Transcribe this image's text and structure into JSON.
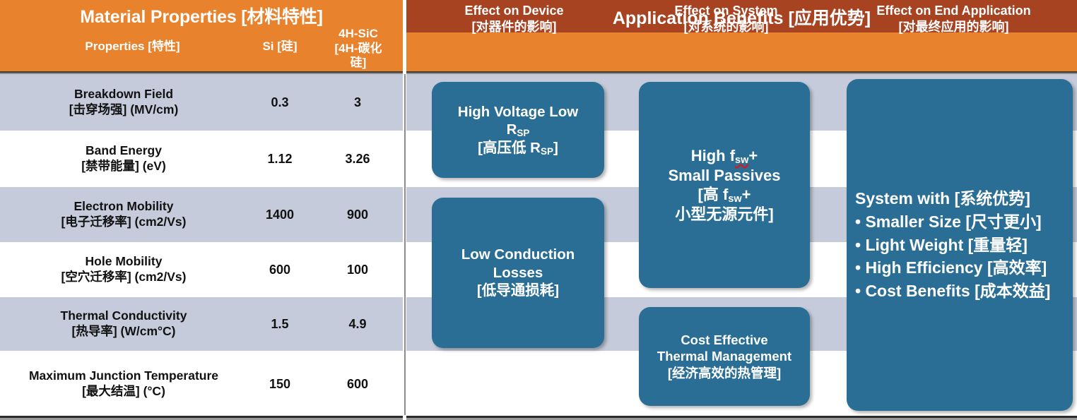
{
  "colors": {
    "header_orange": "#E8822C",
    "header_dark_orange": "#A84322",
    "row_alt_gray": "#C5CBDA",
    "row_norm": "#FFFFFF",
    "callout_blue": "#2A6E96",
    "text_dark": "#111111",
    "spellcheck_red": "#E21414"
  },
  "left_panel": {
    "title": "Material Properties [材料特性]",
    "columns": [
      {
        "label": "Properties [特性]",
        "name": "properties"
      },
      {
        "label": "Si [硅]",
        "name": "si"
      },
      {
        "label_line1": "4H-SiC",
        "label_line2": "[4H-碳化",
        "label_line3": "硅]",
        "name": "4h-sic"
      }
    ],
    "rows": [
      {
        "property_en": "Breakdown Field",
        "property_zh": "[击穿场强] (MV/cm)",
        "si": "0.3",
        "sic": "3"
      },
      {
        "property_en": "Band Energy",
        "property_zh": "[禁带能量] (eV)",
        "si": "1.12",
        "sic": "3.26"
      },
      {
        "property_en": "Electron Mobility",
        "property_zh": "[电子迁移率] (cm2/Vs)",
        "si": "1400",
        "sic": "900"
      },
      {
        "property_en": "Hole Mobility",
        "property_zh": "[空穴迁移率] (cm2/Vs)",
        "si": "600",
        "sic": "100"
      },
      {
        "property_en": "Thermal Conductivity",
        "property_zh": "[热导率] (W/cm°C)",
        "si": "1.5",
        "sic": "4.9"
      },
      {
        "property_en": "Maximum Junction Temperature",
        "property_zh": "[最大结温] (°C)",
        "si": "150",
        "sic": "600"
      }
    ]
  },
  "right_panel": {
    "title": "Application Benefits [应用优势]",
    "columns": [
      {
        "en": "Effect on Device",
        "zh": "[对器件的影响]",
        "name": "effect-on-device"
      },
      {
        "en": "Effect on System",
        "zh": "[对系统的影响]",
        "name": "effect-on-system"
      },
      {
        "en": "Effect on End Application",
        "zh": "[对最终应用的影响]",
        "name": "effect-on-end-application"
      }
    ],
    "callouts": {
      "high_voltage_low_rsp": {
        "line1": "High Voltage Low",
        "line2_prefix": "R",
        "line2_sub": "SP",
        "line3_prefix": "[高压低 R",
        "line3_sub": "SP",
        "line3_suffix": "]"
      },
      "low_conduction_losses": {
        "line1": "Low Conduction",
        "line2": "Losses",
        "line3": "[低导通损耗]"
      },
      "high_fsw_small_passives": {
        "line1_prefix": "High f",
        "line1_sub": "sw",
        "line1_suffix": "+",
        "line2": "Small Passives",
        "line3_prefix": "[高 f",
        "line3_sub": "sw",
        "line3_suffix": "+",
        "line4": "小型无源元件]"
      },
      "cost_effective_thermal_management": {
        "line1": "Cost Effective",
        "line2": "Thermal Management",
        "line3": "[经济高效的热管理]"
      },
      "system_with": {
        "heading": "System with [系统优势]",
        "bullets": [
          "• Smaller Size [尺寸更小]",
          "• Light Weight [重量轻]",
          "• High Efficiency [高效率]",
          "• Cost Benefits [成本效益]"
        ]
      }
    }
  }
}
